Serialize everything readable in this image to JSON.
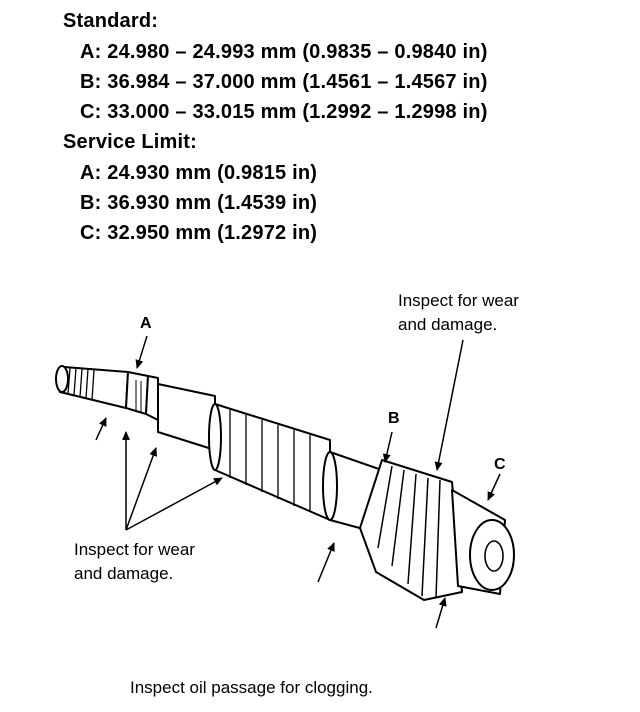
{
  "standard": {
    "heading": "Standard:",
    "items": [
      "A: 24.980 – 24.993 mm (0.9835 – 0.9840 in)",
      "B: 36.984 – 37.000 mm (1.4561 – 1.4567 in)",
      "C: 33.000 – 33.015 mm (1.2992 – 1.2998 in)"
    ]
  },
  "service_limit": {
    "heading": "Service Limit:",
    "items": [
      "A: 24.930 mm (0.9815 in)",
      "B: 36.930 mm (1.4539 in)",
      "C: 32.950 mm (1.2972 in)"
    ]
  },
  "diagram": {
    "label_a": "A",
    "label_b": "B",
    "label_c": "C",
    "inspect_right": [
      "Inspect for wear",
      "and damage."
    ],
    "inspect_left": [
      "Inspect for wear",
      "and damage."
    ],
    "caption": "Inspect oil passage for clogging."
  }
}
